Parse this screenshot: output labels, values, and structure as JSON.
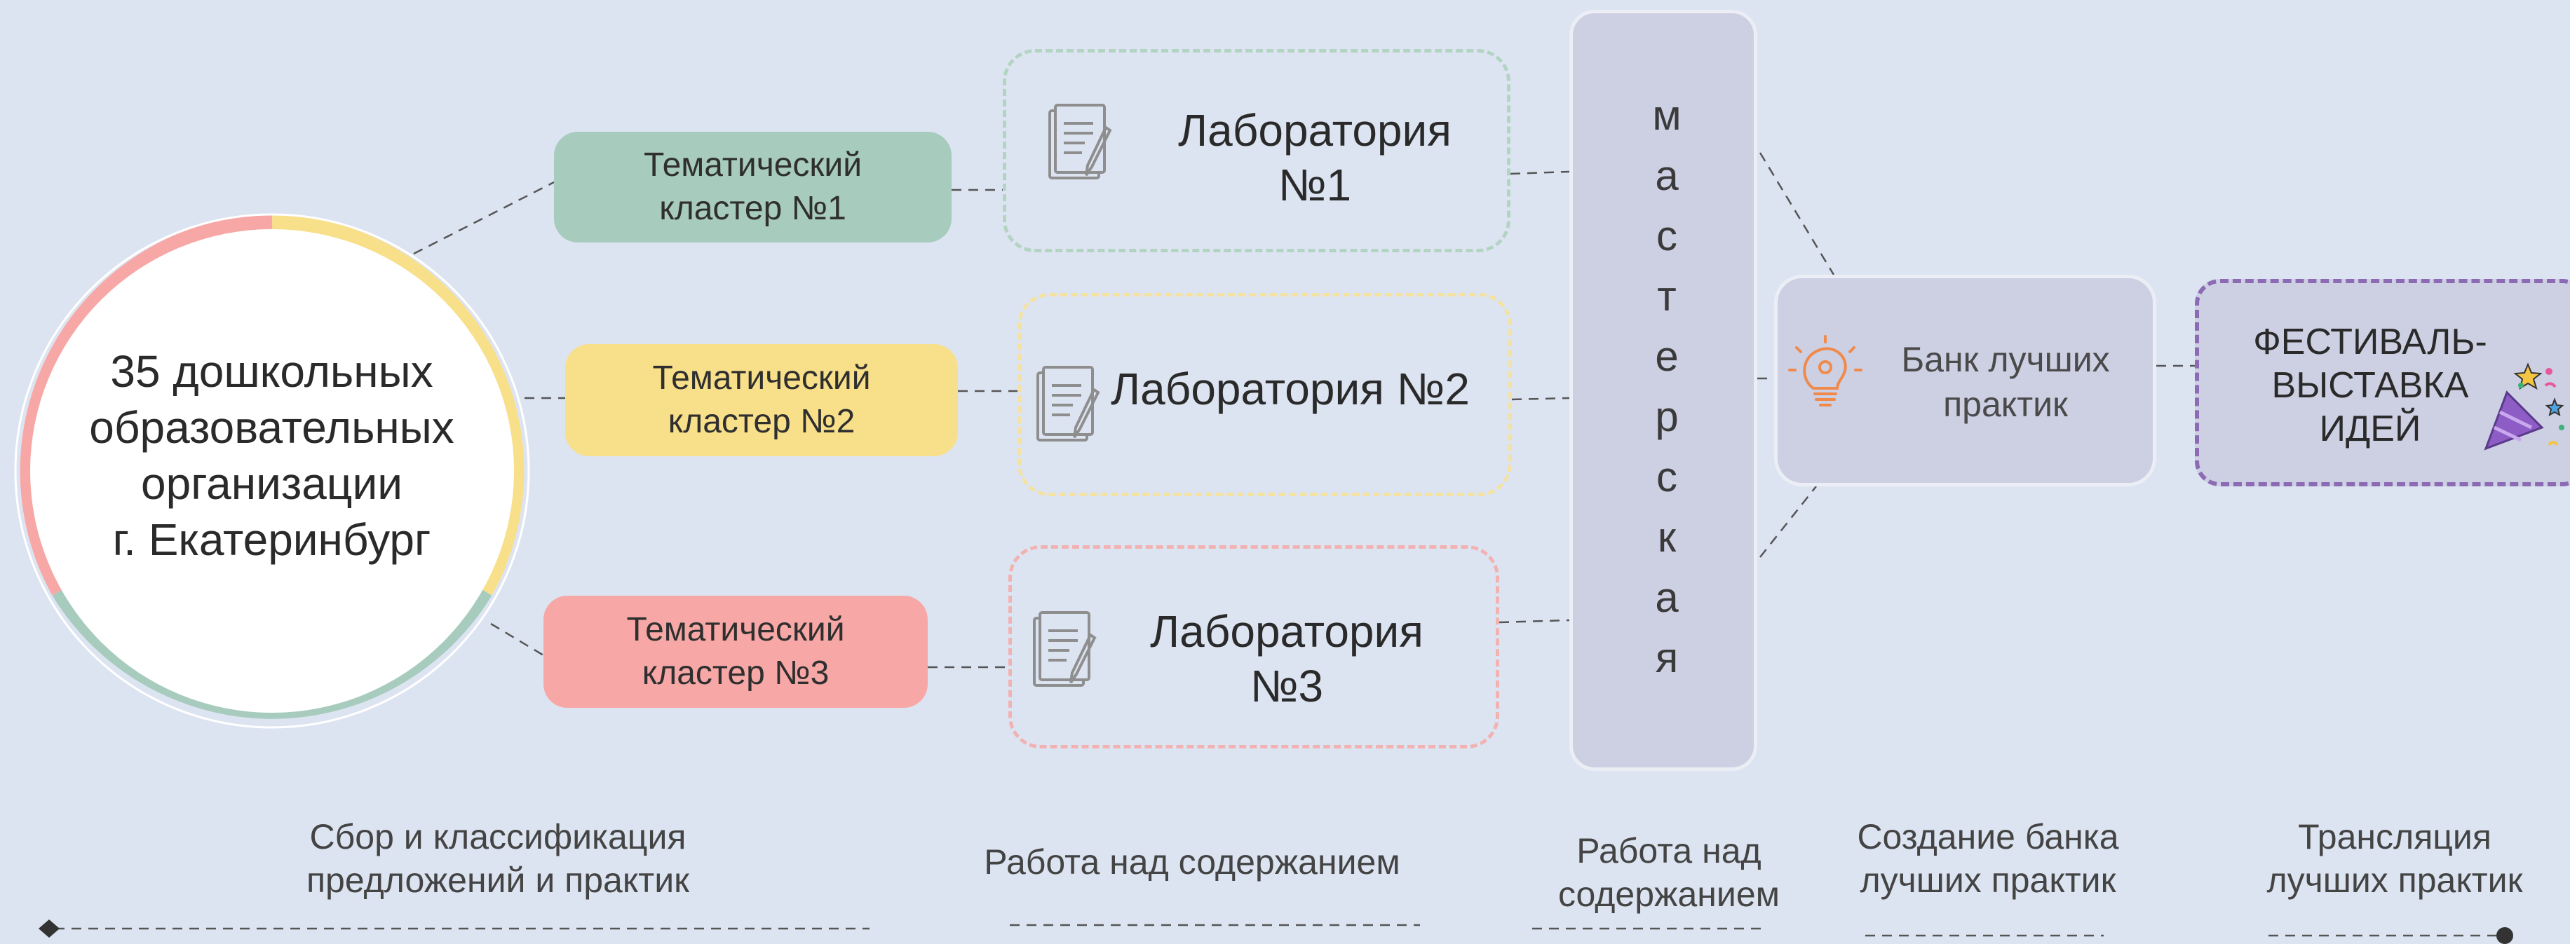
{
  "center": {
    "line1": "35 дошкольных",
    "line2": "образовательных",
    "line3": "организации",
    "line4": "г. Екатеринбург"
  },
  "clusters": [
    {
      "line1": "Тематический",
      "line2": "кластер №1",
      "color": "#a7cbbd"
    },
    {
      "line1": "Тематический",
      "line2": "кластер №2",
      "color": "#f8df8a"
    },
    {
      "line1": "Тематический",
      "line2": "кластер №3",
      "color": "#f7a8a6"
    }
  ],
  "labs": [
    {
      "line1": "Лаборатория",
      "line2": "№1"
    },
    {
      "line1": "Лаборатория №2"
    },
    {
      "line1": "Лаборатория",
      "line2": "№3"
    }
  ],
  "workshop": {
    "letters": [
      "м",
      "а",
      "с",
      "т",
      "е",
      "р",
      "с",
      "к",
      "а",
      "я"
    ]
  },
  "bank": {
    "line1": "Банк лучших",
    "line2": "практик"
  },
  "festival": {
    "line1": "ФЕСТИВАЛЬ-",
    "line2": "ВЫСТАВКА",
    "line3": "ИДЕЙ"
  },
  "stages": [
    {
      "line1": "Сбор и классификация",
      "line2": "предложений и практик"
    },
    {
      "line1": "Работа над содержанием"
    },
    {
      "line1": "Работа над",
      "line2": "содержанием"
    },
    {
      "line1": "Создание банка",
      "line2": "лучших практик"
    },
    {
      "line1": "Трансляция",
      "line2": "лучших практик"
    }
  ],
  "colors": {
    "background": "#dde4f1",
    "ring_yellow": "#f8df8a",
    "ring_green": "#a7cbbd",
    "ring_pink": "#f7a8a6",
    "workshop_fill": "#cdcfe3",
    "festival_border": "#8c6bb4"
  }
}
